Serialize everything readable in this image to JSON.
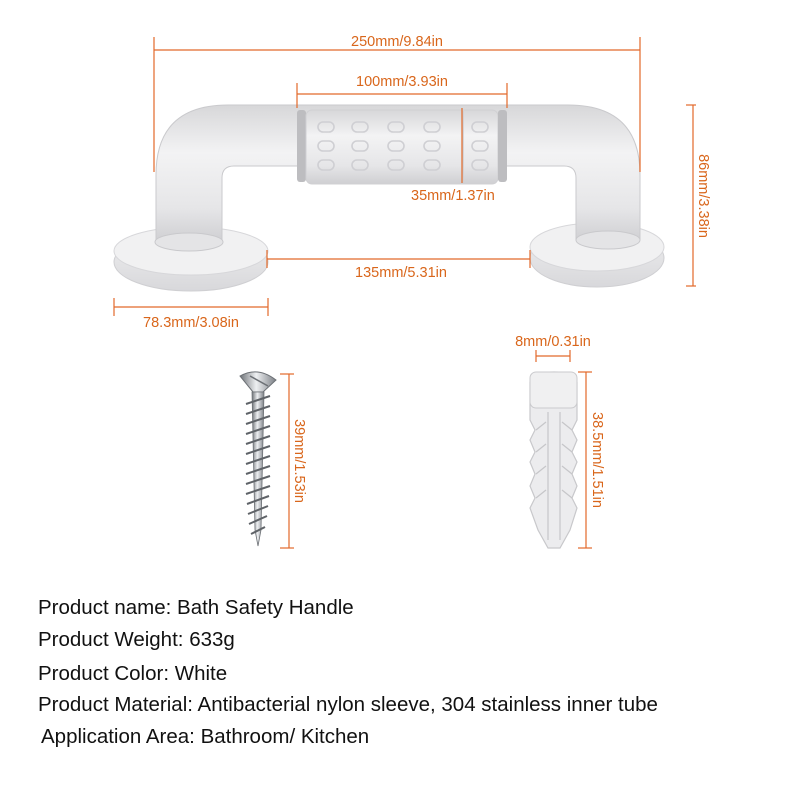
{
  "dimensions": {
    "overall_length": "250mm/9.84in",
    "grip_length": "100mm/3.93in",
    "grip_diameter": "35mm/1.37in",
    "height": "86mm/3.38in",
    "inner_span": "135mm/5.31in",
    "base_diameter": "78.3mm/3.08in",
    "screw_length": "39mm/1.53in",
    "anchor_diameter": "8mm/0.31in",
    "anchor_length": "38.5mm/1.51in"
  },
  "specs": [
    {
      "label": "Product name:",
      "value": "Bath Safety Handle"
    },
    {
      "label": "Product Weight:",
      "value": "633g"
    },
    {
      "label": "Product Color:",
      "value": "White"
    },
    {
      "label": "Product Material:",
      "value": "Antibacterial nylon sleeve, 304 stainless inner tube"
    },
    {
      "label": "Application Area:",
      "value": "Bathroom/ Kitchen"
    }
  ],
  "colors": {
    "dimension": "#d9661b",
    "product": "#e8e8ea",
    "text": "#111111"
  }
}
